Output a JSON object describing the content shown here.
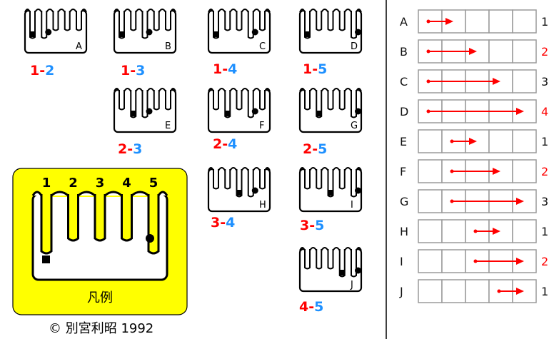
{
  "colors": {
    "red": "#ff0000",
    "blue": "#1e90ff",
    "legend_bg": "#ffff00",
    "grid": "#9a9a9a",
    "ink": "#000000"
  },
  "panels": [
    {
      "letter": "A",
      "pair": [
        1,
        2
      ]
    },
    {
      "letter": "B",
      "pair": [
        1,
        3
      ]
    },
    {
      "letter": "C",
      "pair": [
        1,
        4
      ]
    },
    {
      "letter": "D",
      "pair": [
        1,
        5
      ]
    },
    {
      "letter": "E",
      "pair": [
        2,
        3
      ]
    },
    {
      "letter": "F",
      "pair": [
        2,
        4
      ]
    },
    {
      "letter": "G",
      "pair": [
        2,
        5
      ]
    },
    {
      "letter": "H",
      "pair": [
        3,
        4
      ]
    },
    {
      "letter": "I",
      "pair": [
        3,
        5
      ]
    },
    {
      "letter": "J",
      "pair": [
        4,
        5
      ]
    }
  ],
  "pair_labels": [
    "1-2",
    "1-3",
    "1-4",
    "1-5",
    "2-3",
    "2-4",
    "2-5",
    "3-4",
    "3-5",
    "4-5"
  ],
  "legend": {
    "numbers": [
      "1",
      "2",
      "3",
      "4",
      "5"
    ],
    "caption": "凡例"
  },
  "copyright": "© 別宮利昭 1992",
  "grid_rows": [
    {
      "letter": "A",
      "from": 1,
      "to": 2,
      "count": "1",
      "count_color": "#111111"
    },
    {
      "letter": "B",
      "from": 1,
      "to": 3,
      "count": "2",
      "count_color": "#ff0000"
    },
    {
      "letter": "C",
      "from": 1,
      "to": 4,
      "count": "3",
      "count_color": "#111111"
    },
    {
      "letter": "D",
      "from": 1,
      "to": 5,
      "count": "4",
      "count_color": "#ff0000"
    },
    {
      "letter": "E",
      "from": 2,
      "to": 3,
      "count": "1",
      "count_color": "#111111"
    },
    {
      "letter": "F",
      "from": 2,
      "to": 4,
      "count": "2",
      "count_color": "#ff0000"
    },
    {
      "letter": "G",
      "from": 2,
      "to": 5,
      "count": "3",
      "count_color": "#111111"
    },
    {
      "letter": "H",
      "from": 3,
      "to": 4,
      "count": "1",
      "count_color": "#111111"
    },
    {
      "letter": "I",
      "from": 3,
      "to": 5,
      "count": "2",
      "count_color": "#ff0000"
    },
    {
      "letter": "J",
      "from": 4,
      "to": 5,
      "count": "1",
      "count_color": "#111111"
    }
  ]
}
